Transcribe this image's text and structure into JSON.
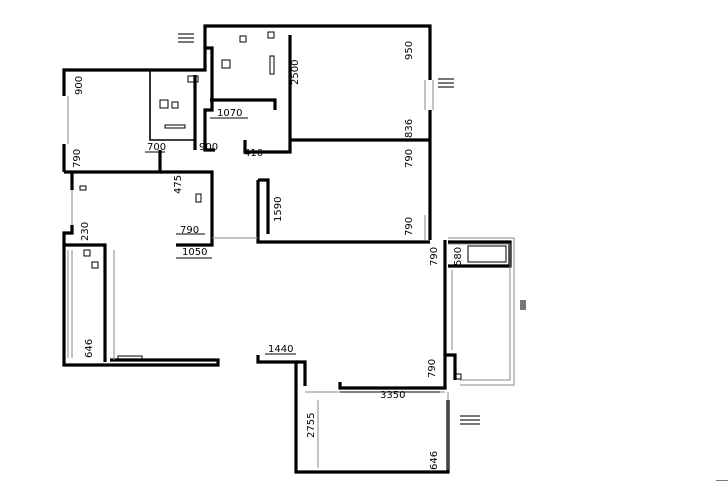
{
  "dimensions": {
    "d_950_top": "950",
    "d_2500": "2500",
    "d_900_left": "900",
    "d_1070": "1070",
    "d_700_a": "700",
    "d_900_mid": "900",
    "d_410": "410",
    "d_836": "836",
    "d_790_right_a": "790",
    "d_790_left": "790",
    "d_475": "475",
    "d_1590": "1590",
    "d_790_door": "790",
    "d_790_right_b": "790",
    "d_230": "230",
    "d_1050": "1050",
    "d_790_balcony": "790",
    "d_580": "580",
    "d_1440": "1440",
    "d_790_low": "790",
    "d_3350": "3350",
    "d_2755": "2755",
    "d_646_left": "646",
    "d_646_right": "646"
  }
}
